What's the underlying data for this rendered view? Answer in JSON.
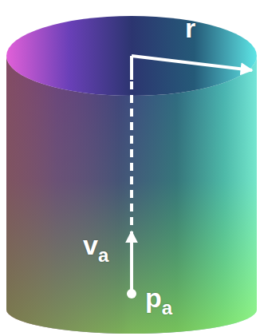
{
  "diagram": {
    "labels": [
      "r",
      "va",
      "pa"
    ]
  }
}
